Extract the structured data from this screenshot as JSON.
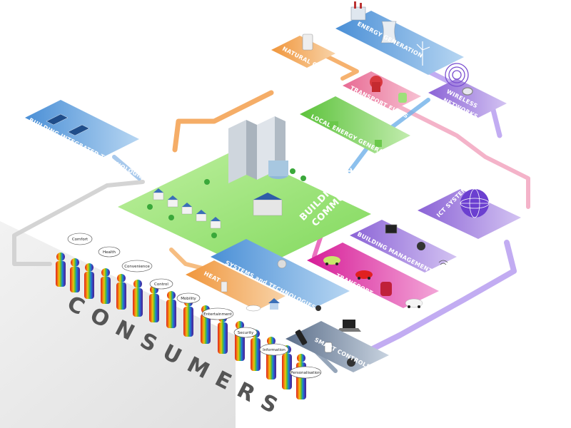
{
  "modules": {
    "energy_generation": "ENERGY GENERATION",
    "natural_gas": "NATURAL GAS",
    "transport_fuels": "TRANSPORT FUELS",
    "wireless_networks_1": "WIRELESS",
    "wireless_networks_2": "NETWORKS",
    "local_energy_generation": "LOCAL ENERGY GENERATION",
    "building_integrated": "BUILDING INTEGRATED TECHNOLOGIES",
    "buildings_1": "BUILDINGS &",
    "buildings_2": "COMMUNITIES",
    "ict_systems": "ICT SYSTEMS",
    "building_management": "BUILDING MANAGEMENT",
    "transport": "TRANSPORT",
    "systems_tech": "SYSTEMS and TECHNOLOGIES",
    "heat": "HEAT",
    "smart_controls": "SMART CONTROLS"
  },
  "consumers_label": "CONSUMERS",
  "bubbles": [
    "Comfort",
    "Health",
    "Convenience",
    "Control",
    "Mobility",
    "Entertainment",
    "Security",
    "Information",
    "Personalisation"
  ],
  "colors": {
    "blue_tile": "#6fa8dc",
    "orange_tile": "#f4b26b",
    "pink_tile": "#f08cab",
    "green_tile": "#8ed66b",
    "purple_tile": "#a98be0",
    "magenta_tile": "#e64fb0",
    "gray_tile": "#7a8fa8"
  }
}
